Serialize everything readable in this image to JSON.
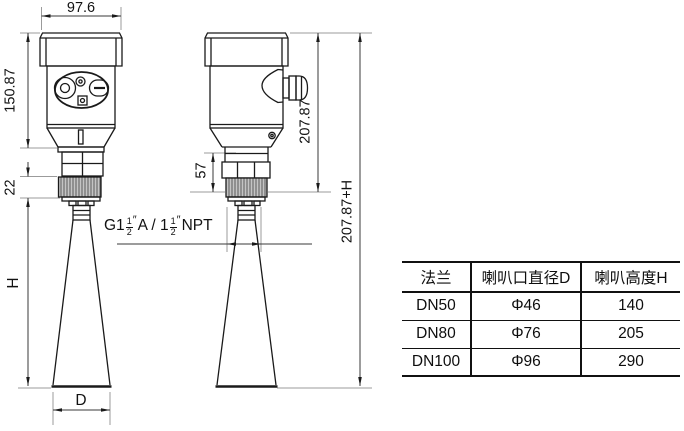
{
  "drawing": {
    "dimensions": {
      "top_width": "97.6",
      "housing_height": "150.87",
      "thread_length": "22",
      "horn_height": "H",
      "horn_diameter": "D",
      "neck_height": "57",
      "overall_height": "207.87",
      "overall_height_plus_horn": "207.87+H"
    },
    "thread_label": {
      "p1": "G1",
      "f1_num": "1",
      "f1_den": "2",
      "s1": "″",
      "p2": "A / 1",
      "f2_num": "1",
      "f2_den": "2",
      "s2": "″",
      "p3": "NPT"
    }
  },
  "table": {
    "headers": [
      "法兰",
      "喇叭口直径D",
      "喇叭高度H"
    ],
    "rows": [
      {
        "flange": "DN50",
        "horn_diameter": "Φ46",
        "horn_height": "140"
      },
      {
        "flange": "DN80",
        "horn_diameter": "Φ76",
        "horn_height": "205"
      },
      {
        "flange": "DN100",
        "horn_diameter": "Φ96",
        "horn_height": "290"
      }
    ]
  },
  "colors": {
    "line": "#1a1a1a",
    "dim_line": "#3a3a3a",
    "ext_line": "#9b9b9b",
    "thread_fill": "#c4c4c4",
    "background": "#ffffff"
  }
}
